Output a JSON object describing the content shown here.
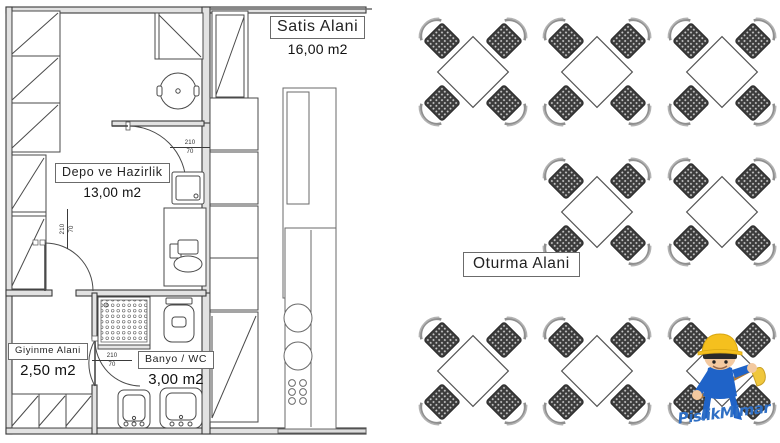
{
  "drawing": {
    "type": "architectural-floor-plan",
    "title_language": "tr",
    "background_color": "#ffffff",
    "line_color": "#3a3a3a",
    "wall_fill": "#d9d9d9"
  },
  "rooms": [
    {
      "id": "satis",
      "name": "Satis Alani",
      "area": "16,00 m2"
    },
    {
      "id": "depo",
      "name": "Depo ve Hazirlik",
      "area": "13,00 m2"
    },
    {
      "id": "giyinme",
      "name": "Giyinme Alani",
      "area": "2,50 m2"
    },
    {
      "id": "banyo",
      "name": "Banyo / WC",
      "area": "3,00 m2"
    },
    {
      "id": "oturma",
      "name": "Oturma Alani",
      "area": ""
    }
  ],
  "door_dimensions": [
    {
      "id": "door-depo",
      "height": "210",
      "width": "70"
    },
    {
      "id": "door-giyinme",
      "height": "210",
      "width": "70"
    },
    {
      "id": "door-banyo",
      "height": "210",
      "width": "70"
    }
  ],
  "seating": {
    "label": "Oturma Alani",
    "table_color": "#ffffff",
    "chair_color": "#3c3c3c",
    "chair_back_color": "#9a9a9a",
    "chairs_per_table": 4,
    "rows": [
      {
        "row": 1,
        "table_count": 3,
        "positions": [
          [
            473,
            72
          ],
          [
            597,
            72
          ],
          [
            722,
            72
          ]
        ]
      },
      {
        "row": 2,
        "table_count": 2,
        "positions": [
          [
            597,
            212
          ],
          [
            722,
            212
          ]
        ]
      },
      {
        "row": 3,
        "table_count": 3,
        "positions": [
          [
            473,
            371
          ],
          [
            597,
            371
          ],
          [
            722,
            371
          ]
        ]
      }
    ],
    "total_tables": 8,
    "total_chairs": 32
  },
  "fixtures": [
    {
      "name": "shelving-unit",
      "location": "left-wall-upper"
    },
    {
      "name": "shelving-unit",
      "location": "left-wall-lower"
    },
    {
      "name": "base-cabinets",
      "location": "bottom-left"
    },
    {
      "name": "round-table",
      "location": "depo-center"
    },
    {
      "name": "wall-cabinet",
      "location": "depo-top"
    },
    {
      "name": "prep-sink",
      "location": "depo-right"
    },
    {
      "name": "wc-toilet",
      "location": "depo-right-lower"
    },
    {
      "name": "shower-tray",
      "location": "banyo-upper-left"
    },
    {
      "name": "wc-toilet",
      "location": "banyo-upper-right"
    },
    {
      "name": "lavatory-sink",
      "location": "banyo-lower-left"
    },
    {
      "name": "lavatory-sink",
      "location": "banyo-lower-right"
    },
    {
      "name": "service-counter",
      "location": "right-column-upper"
    },
    {
      "name": "cooktop-burners",
      "location": "right-column-lower"
    },
    {
      "name": "display-unit",
      "location": "right-column-lower"
    },
    {
      "name": "glazed-door",
      "location": "satis-entry"
    },
    {
      "name": "tall-cabinet",
      "location": "mid-right-column"
    }
  ],
  "watermark": {
    "text": "PislikMimar",
    "text_color": "#2f6fc4",
    "helmet_color": "#f5c01e",
    "suit_color": "#1f63c8",
    "skin_color": "#f3c9a0",
    "broom_color": "#f0c73c"
  }
}
